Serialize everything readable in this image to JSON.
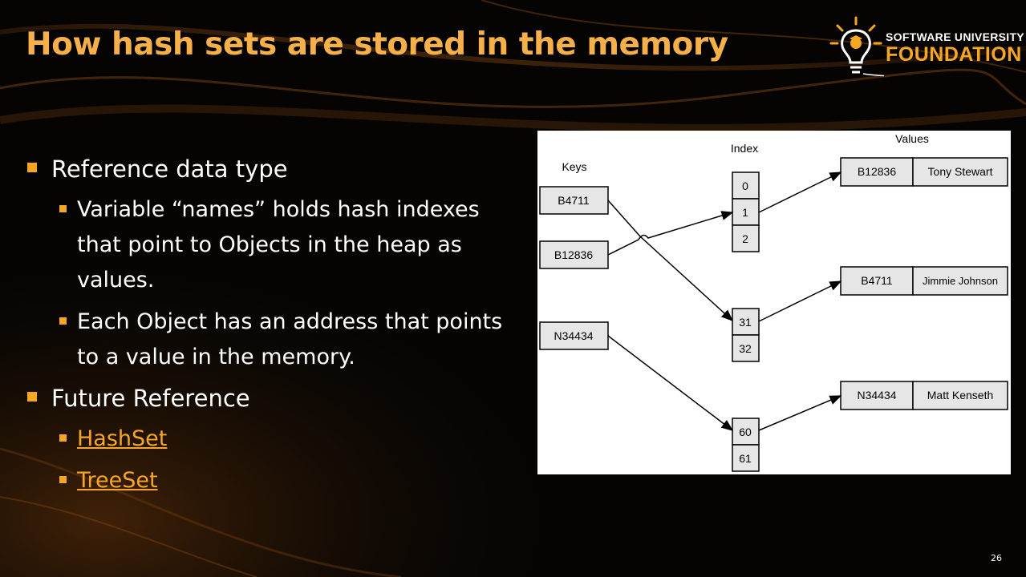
{
  "slide": {
    "title": "How hash sets are stored in the memory",
    "page_number": "26"
  },
  "logo": {
    "line1": "SOFTWARE UNIVERSITY",
    "line2": "FOUNDATION"
  },
  "bullets": {
    "item1": "Reference data type",
    "item1_sub1": "Variable “names” holds hash indexes that point to Objects in the heap as values.",
    "item1_sub2": "Each Object has an address that points to a value in the memory.",
    "item2": "Future Reference",
    "item2_link1": "HashSet",
    "item2_link2": "TreeSet"
  },
  "diagram": {
    "keys_label": "Keys",
    "index_label": "Index",
    "values_label": "Values",
    "keys": [
      "B4711",
      "B12836",
      "N34434"
    ],
    "indexes": [
      "0",
      "1",
      "2",
      "31",
      "32",
      "60",
      "61"
    ],
    "value_keys": [
      "B12836",
      "B4711",
      "N34434"
    ],
    "value_names": [
      "Tony Stewart",
      "Jimmie Johnson",
      "Matt Kenseth"
    ]
  },
  "colors": {
    "accent": "#f5a623",
    "title": "#f5b04a",
    "background": "#050403",
    "box_fill": "#e6e6e6"
  }
}
